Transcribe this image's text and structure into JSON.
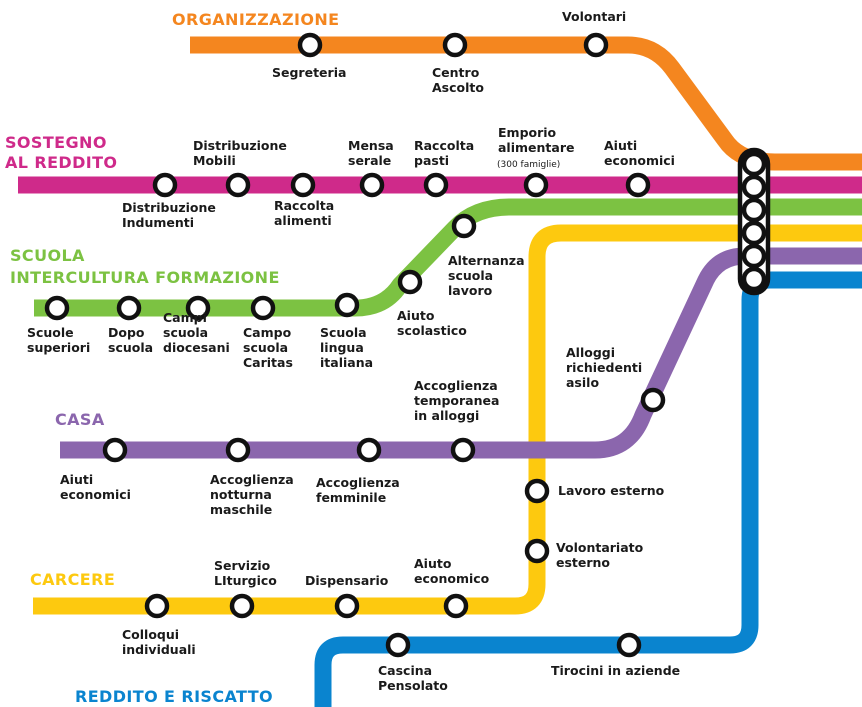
{
  "colors": {
    "organizzazione": "#f4861f",
    "sostegno": "#cf2a8a",
    "scuola": "#7cc242",
    "casa": "#8b66ad",
    "carcere": "#fdc90f",
    "reddito": "#0a84cf"
  },
  "lines": {
    "organizzazione": {
      "title": "ORGANIZZAZIONE"
    },
    "sostegno": {
      "title_1": "SOSTEGNO",
      "title_2": "AL REDDITO"
    },
    "scuola": {
      "title_1": "SCUOLA",
      "title_2": "INTERCULTURA FORMAZIONE"
    },
    "casa": {
      "title": "CASA"
    },
    "carcere": {
      "title": "CARCERE"
    },
    "reddito": {
      "title": "REDDITO E RISCATTO"
    }
  },
  "stops": {
    "segreteria": "Segreteria",
    "centro_ascolto": [
      "Centro",
      "Ascolto"
    ],
    "volontari": "Volontari",
    "distribuzione_indumenti": [
      "Distribuzione",
      "Indumenti"
    ],
    "distribuzione_mobili": [
      "Distribuzione",
      "Mobili"
    ],
    "raccolta_alimenti": [
      "Raccolta",
      "alimenti"
    ],
    "mensa_serale": [
      "Mensa",
      "serale"
    ],
    "raccolta_pasti": [
      "Raccolta",
      "pasti"
    ],
    "emporio_alimentare": [
      "Emporio",
      "alimentare"
    ],
    "emporio_note": "(300 famiglie)",
    "aiuti_economici_sostegno": [
      "Aiuti",
      "economici"
    ],
    "scuole_superiori": [
      "Scuole",
      "superiori"
    ],
    "dopo_scuola": [
      "Dopo",
      "scuola"
    ],
    "campi_scuola": [
      "Campi",
      "scuola",
      "diocesani"
    ],
    "campo_scuola_caritas": [
      "Campo",
      "scuola",
      "Caritas"
    ],
    "scuola_lingua": [
      "Scuola",
      "lingua",
      "italiana"
    ],
    "aiuto_scolastico": [
      "Aiuto",
      "scolastico"
    ],
    "alternanza": [
      "Alternanza",
      "scuola",
      "lavoro"
    ],
    "aiuti_economici_casa": [
      "Aiuti",
      "economici"
    ],
    "accoglienza_notturna": [
      "Accoglienza",
      "notturna",
      "maschile"
    ],
    "accoglienza_femminile": [
      "Accoglienza",
      "femminile"
    ],
    "accoglienza_temporanea": [
      "Accoglienza",
      "temporanea",
      "in alloggi"
    ],
    "alloggi_asilo": [
      "Alloggi",
      "richiedenti",
      "asilo"
    ],
    "lavoro_esterno": "Lavoro esterno",
    "volontariato_esterno": [
      "Volontariato",
      "esterno"
    ],
    "colloqui": [
      "Colloqui",
      "individuali"
    ],
    "servizio_liturgico": [
      "Servizio",
      "LIturgico"
    ],
    "dispensario": "Dispensario",
    "aiuto_economico": [
      "Aiuto",
      "economico"
    ],
    "cascina": [
      "Cascina",
      "Pensolato"
    ],
    "tirocini": "Tirocini in aziende"
  }
}
